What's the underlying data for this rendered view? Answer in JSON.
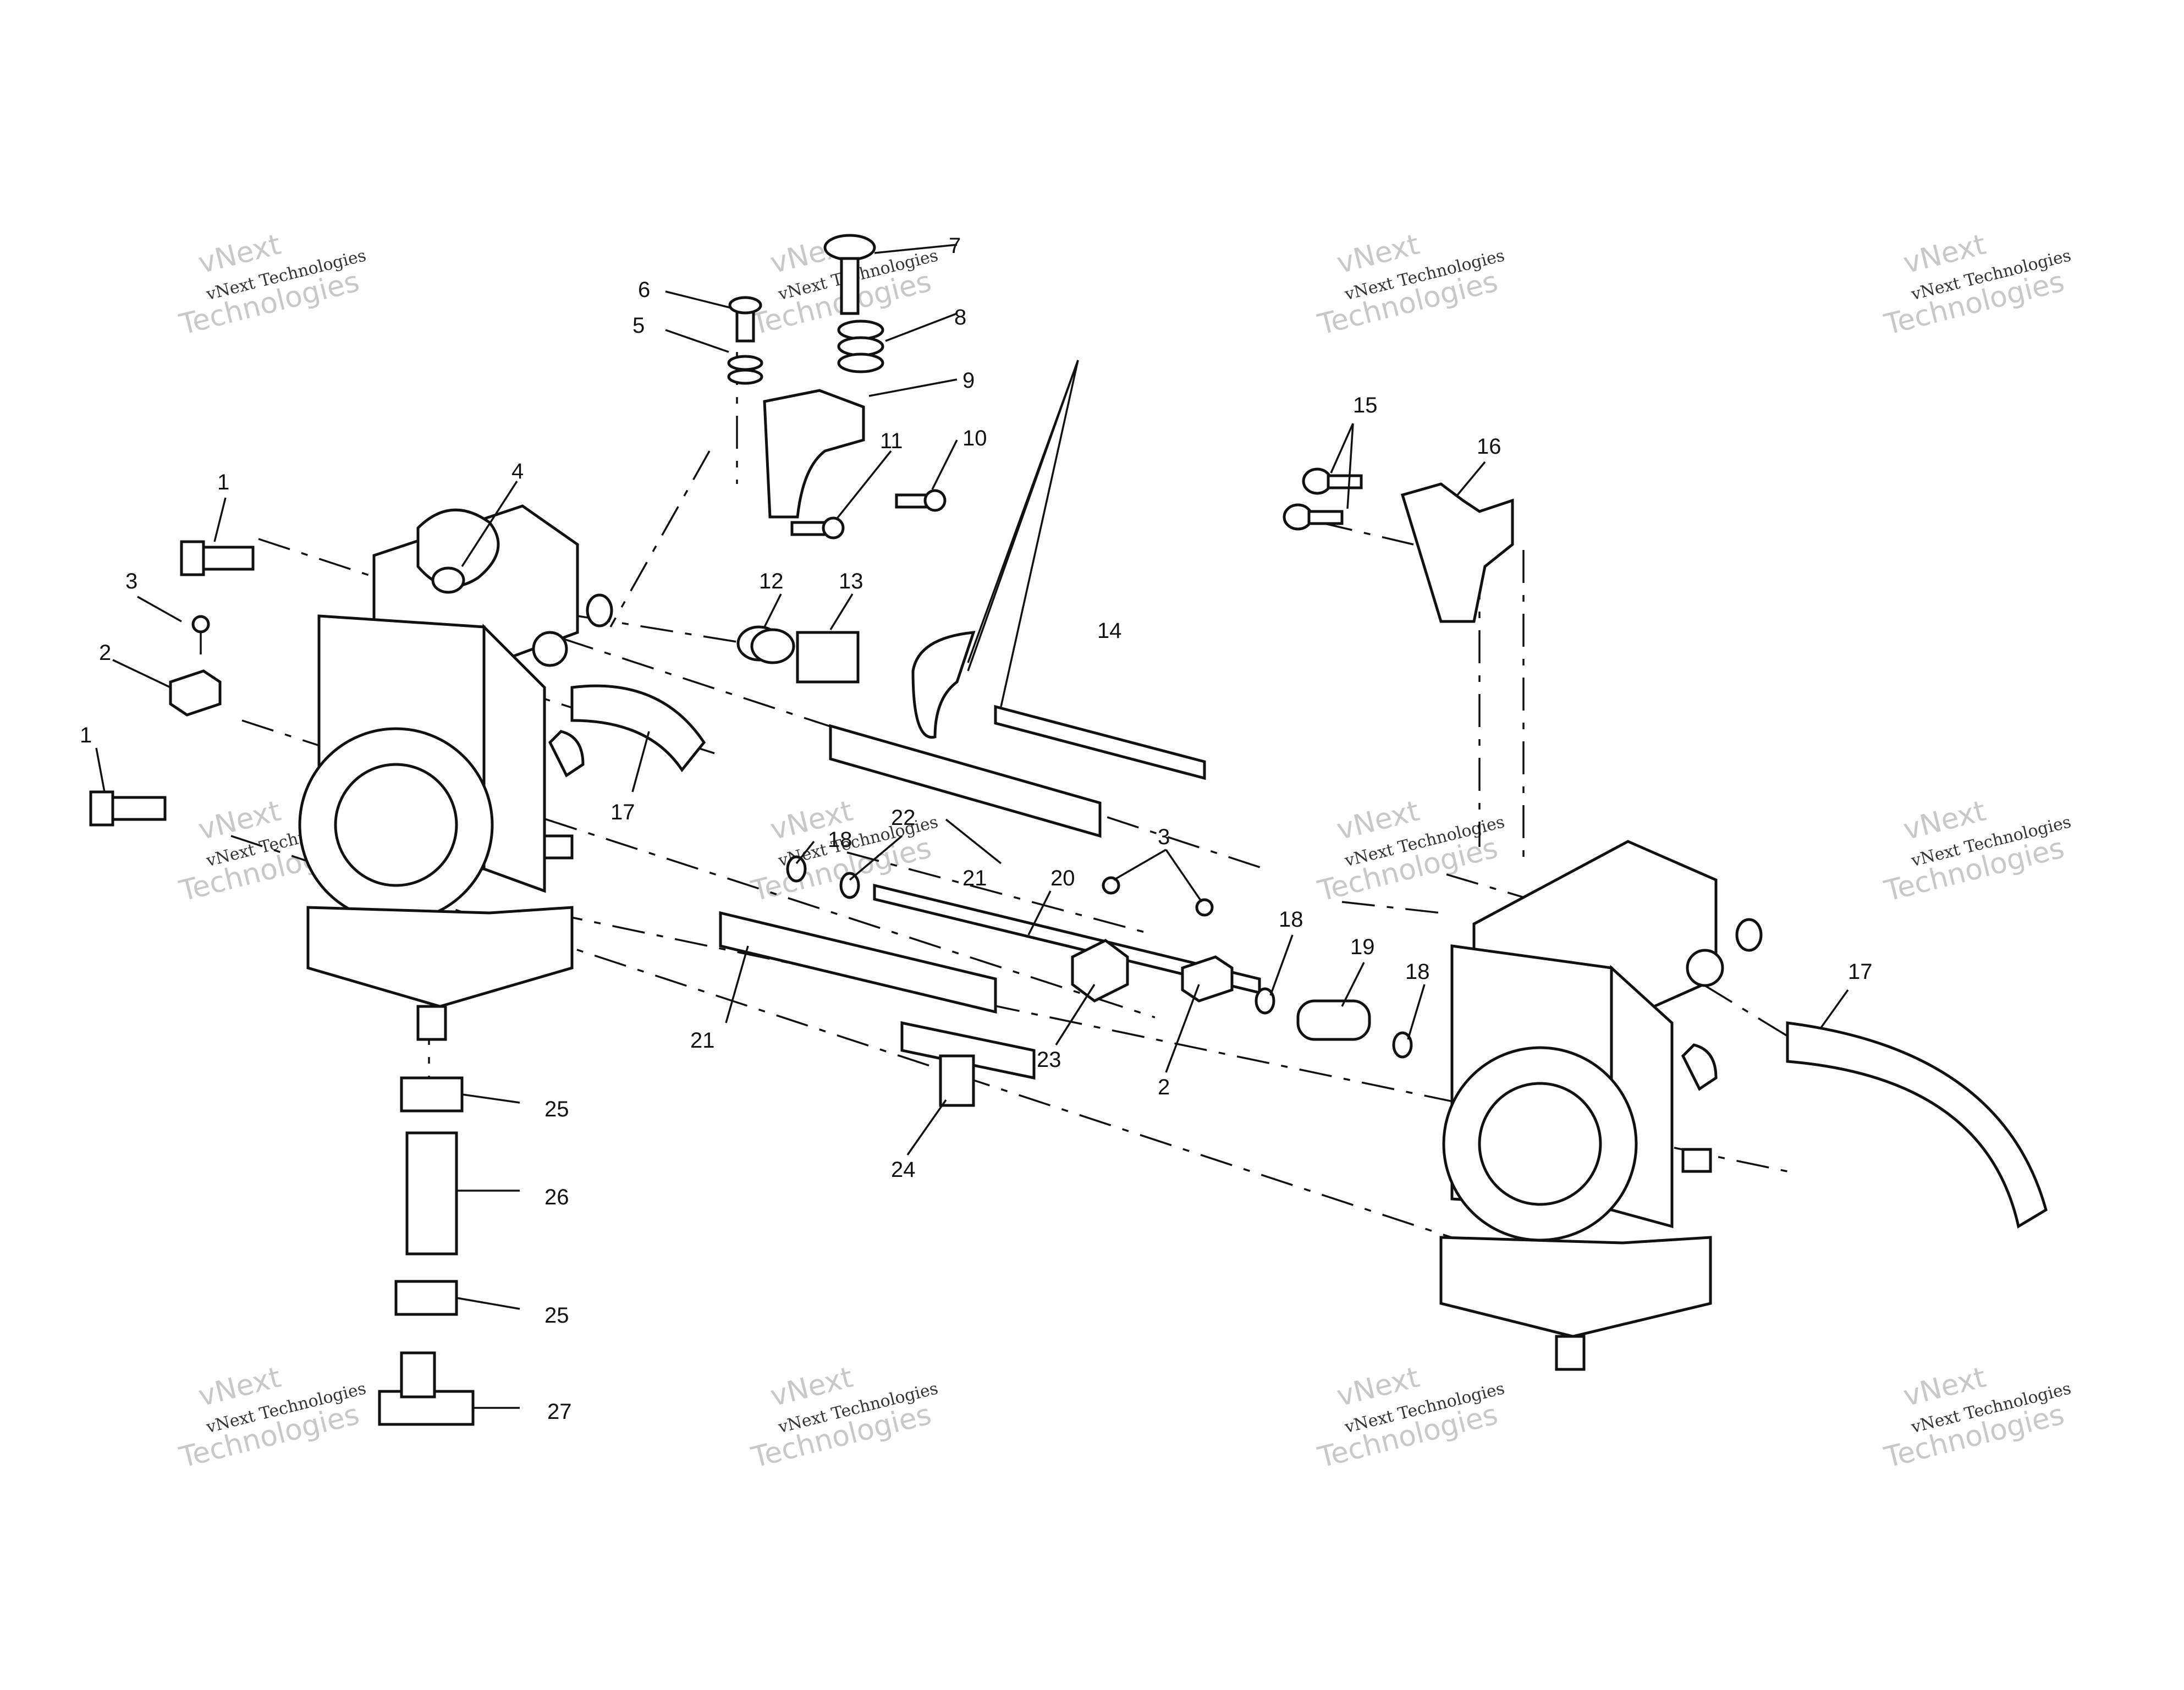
{
  "watermark": {
    "line1": "vNext",
    "line2": "vNext Technologies",
    "line3": "Technologies"
  },
  "callouts": [
    "1",
    "1",
    "2",
    "2",
    "3",
    "3",
    "4",
    "5",
    "6",
    "7",
    "8",
    "9",
    "10",
    "11",
    "12",
    "13",
    "14",
    "15",
    "16",
    "17",
    "17",
    "18",
    "18",
    "18",
    "19",
    "20",
    "21",
    "21",
    "22",
    "23",
    "24",
    "25",
    "25",
    "26",
    "27"
  ],
  "icons": {
    "carburetor": "carburetor-body-drawing",
    "screw": "screw-drawing",
    "spring": "spring-drawing",
    "hose": "hose-drawing",
    "rod": "rod-drawing",
    "bracket": "bracket-drawing",
    "tee": "tee-fitting-drawing"
  },
  "colors": {
    "ink": "#111111",
    "paper": "#ffffff",
    "watermark": "#c8c8c8"
  }
}
